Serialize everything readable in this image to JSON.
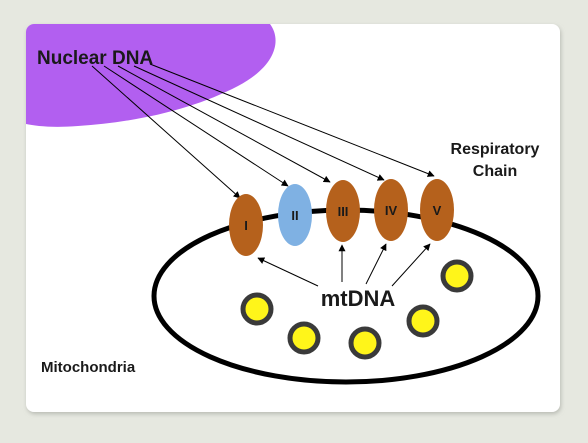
{
  "nuclear": {
    "label": "Nuclear DNA",
    "color": "#b25ff0"
  },
  "respiratory": {
    "line1": "Respiratory",
    "line2": "Chain"
  },
  "mitochondria_label": "Mitochondria",
  "mtdna_label": "mtDNA",
  "complexes": [
    {
      "label": "I",
      "color": "#b5611c"
    },
    {
      "label": "II",
      "color": "#7fb1e3"
    },
    {
      "label": "III",
      "color": "#b5611c"
    },
    {
      "label": "IV",
      "color": "#b5611c"
    },
    {
      "label": "V",
      "color": "#b5611c"
    }
  ],
  "colors": {
    "background": "#e6e8e0",
    "slide": "#ffffff",
    "membrane": "#000000",
    "nucleoid_fill": "#fff51a",
    "nucleoid_ring": "#3a3a3a"
  }
}
